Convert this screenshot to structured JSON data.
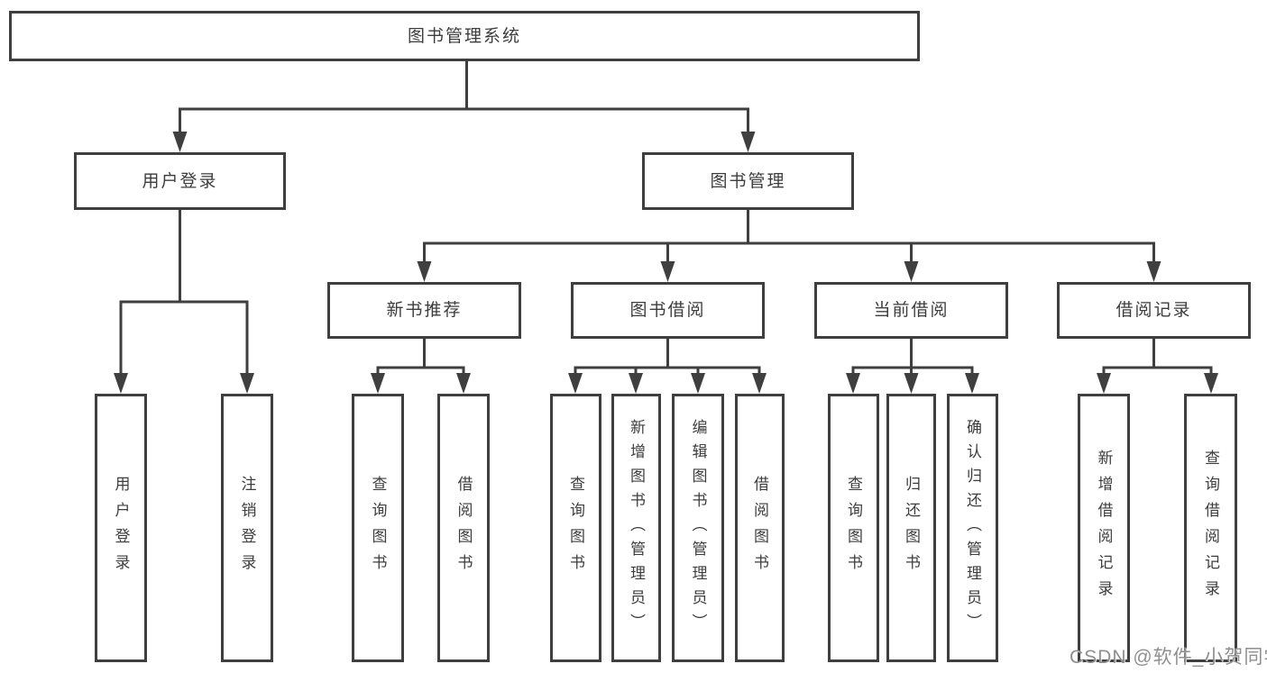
{
  "colors": {
    "line": "#3f3f3f",
    "text": "#3d3d3d",
    "watermark": "#8f8f8f"
  },
  "watermark": {
    "text": "CSDN @软件_小贺同学"
  },
  "tree": {
    "label": "图书管理系统",
    "children": [
      {
        "label": "用户登录",
        "children": [
          {
            "label": "用户登录"
          },
          {
            "label": "注销登录"
          }
        ]
      },
      {
        "label": "图书管理",
        "children": [
          {
            "label": "新书推荐",
            "children": [
              {
                "label": "查询图书"
              },
              {
                "label": "借阅图书"
              }
            ]
          },
          {
            "label": "图书借阅",
            "children": [
              {
                "label": "查询图书"
              },
              {
                "label": "新增图书（管理员）"
              },
              {
                "label": "编辑图书（管理员）"
              },
              {
                "label": "借阅图书"
              }
            ]
          },
          {
            "label": "当前借阅",
            "children": [
              {
                "label": "查询图书"
              },
              {
                "label": "归还图书"
              },
              {
                "label": "确认归还（管理员）"
              }
            ]
          },
          {
            "label": "借阅记录",
            "children": [
              {
                "label": "新增借阅记录"
              },
              {
                "label": "查询借阅记录"
              }
            ]
          }
        ]
      }
    ]
  }
}
